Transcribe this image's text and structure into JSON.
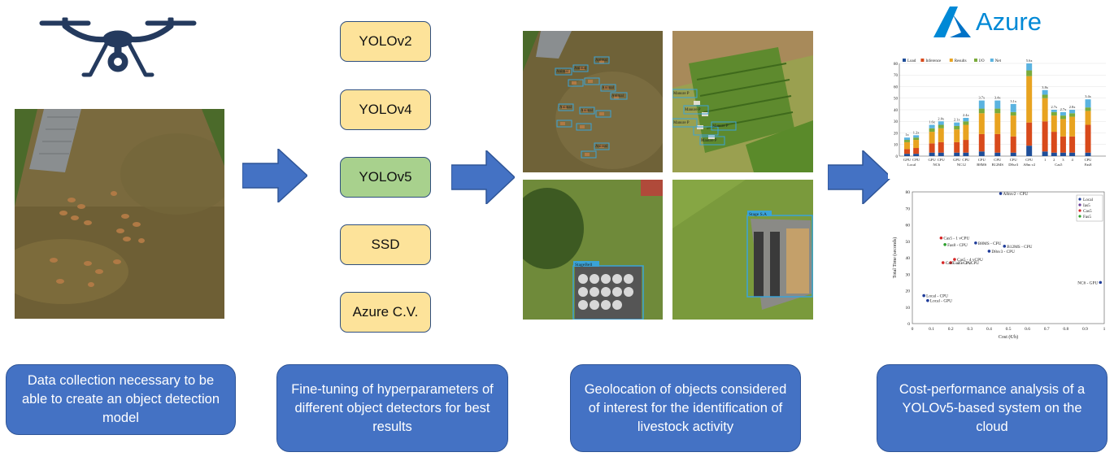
{
  "models": [
    {
      "label": "YOLOv2",
      "highlight": false
    },
    {
      "label": "YOLOv4",
      "highlight": false
    },
    {
      "label": "YOLOv5",
      "highlight": true
    },
    {
      "label": "SSD",
      "highlight": false
    },
    {
      "label": "Azure C.V.",
      "highlight": false
    }
  ],
  "captions": [
    "Data collection necessary to be able to create an object detection model",
    "Fine-tuning of hyperparameters of different object detectors for best results",
    "Geolocation of objects considered of interest for the identification of livestock activity",
    "Cost-performance analysis of a YOLOv5-based system on the cloud"
  ],
  "azure": {
    "name": "Azure",
    "color": "#0089d6"
  },
  "colors": {
    "arrow": "#4472c4",
    "caption_bg": "#4472c4",
    "model_box": "#fde39a",
    "model_box_highlight": "#a8d18d",
    "drone": "#243a5e",
    "detection_box": "#3aa3d8"
  },
  "detection_labels": {
    "animal": "Animal",
    "manure": "Manure P",
    "stage_bell": "StageBell",
    "stage": "Stage S.A"
  },
  "chart_data": [
    {
      "type": "bar",
      "stacked": true,
      "legend": [
        "Load",
        "Inference",
        "Results",
        "I/O",
        "Net"
      ],
      "legend_position": "top-left",
      "colors": [
        "#1f4e99",
        "#d84a1b",
        "#e8a320",
        "#7aab3c",
        "#5ab3e0"
      ],
      "ylim": [
        0,
        80
      ],
      "yticks": [
        0,
        10,
        20,
        30,
        40,
        50,
        60,
        70,
        80
      ],
      "categories": [
        "GPU",
        "CPU",
        "GPU",
        "CPU",
        "GPU",
        "CPU",
        "CPU",
        "CPU",
        "CPU",
        "CPU",
        "1",
        "2",
        "3",
        "4",
        "CPU"
      ],
      "group_labels": [
        "Local",
        "NC6",
        "NC12",
        "B8MS",
        "B12MS",
        "D8sv3",
        "A8m v2",
        "Cas5",
        "Fas8"
      ],
      "top_labels": [
        "1x",
        "1.2x",
        "1.6x",
        "2.0x",
        "2.1x",
        "2.4x",
        "3.7x",
        "3.4x",
        "3.1x",
        "5.6x",
        "3.8x",
        "2.7x",
        "2.7x",
        "2.8x",
        "3.4x"
      ],
      "series": [
        {
          "name": "Load",
          "values": [
            2,
            2,
            3,
            3,
            3,
            3,
            4,
            3,
            3,
            9,
            4,
            3,
            3,
            3,
            3
          ]
        },
        {
          "name": "Inference",
          "values": [
            4,
            5,
            8,
            9,
            9,
            11,
            15,
            16,
            14,
            20,
            26,
            18,
            14,
            14,
            24
          ]
        },
        {
          "name": "Results",
          "values": [
            6,
            7,
            10,
            12,
            11,
            13,
            18,
            18,
            18,
            40,
            20,
            14,
            15,
            17,
            12
          ]
        },
        {
          "name": "I/O",
          "values": [
            2,
            2,
            3,
            3,
            3,
            3,
            4,
            4,
            3,
            5,
            3,
            3,
            3,
            3,
            3
          ]
        },
        {
          "name": "Net",
          "values": [
            2,
            2,
            3,
            3,
            3,
            3,
            7,
            7,
            7,
            6,
            4,
            2,
            3,
            3,
            7
          ]
        }
      ]
    },
    {
      "type": "scatter",
      "xlabel": "Cost (€/h)",
      "ylabel": "Total Time (seconds)",
      "xlim": [
        0,
        1
      ],
      "ylim": [
        0,
        80
      ],
      "xticks": [
        0,
        0.1,
        0.2,
        0.3,
        0.4,
        0.5,
        0.6,
        0.7,
        0.8,
        0.9,
        1
      ],
      "yticks": [
        0,
        10,
        20,
        30,
        40,
        50,
        60,
        70,
        80
      ],
      "legend": [
        "Local",
        "Ias5",
        "Cas5",
        "Fas5"
      ],
      "legend_position": "top-right",
      "points": [
        {
          "x": 0.46,
          "y": 79,
          "label": "A8mv2 - CPU",
          "series": "Local"
        },
        {
          "x": 0.15,
          "y": 52,
          "label": "Cas5 - 1 vCPU",
          "series": "Cas5"
        },
        {
          "x": 0.33,
          "y": 49,
          "label": "B8MS - CPU",
          "series": "Local"
        },
        {
          "x": 0.17,
          "y": 48,
          "label": "Fas8 - CPU",
          "series": "Fas5"
        },
        {
          "x": 0.48,
          "y": 47,
          "label": "B12MS - CPU",
          "series": "Local"
        },
        {
          "x": 0.4,
          "y": 44,
          "label": "D8sv3 - CPU",
          "series": "Local"
        },
        {
          "x": 0.22,
          "y": 39,
          "label": "Cas5 - 4 vCPU",
          "series": "Cas5"
        },
        {
          "x": 0.2,
          "y": 37,
          "label": "Cas5 - 3 vCPU",
          "series": "Cas5"
        },
        {
          "x": 0.16,
          "y": 37,
          "label": "Cas5 - 2 vCPU",
          "series": "Cas5"
        },
        {
          "x": 0.98,
          "y": 25,
          "label": "NC6 - GPU",
          "series": "Local"
        },
        {
          "x": 0.06,
          "y": 17,
          "label": "Local - CPU",
          "series": "Local"
        },
        {
          "x": 0.08,
          "y": 14,
          "label": "Local - GPU",
          "series": "Local"
        }
      ]
    }
  ]
}
